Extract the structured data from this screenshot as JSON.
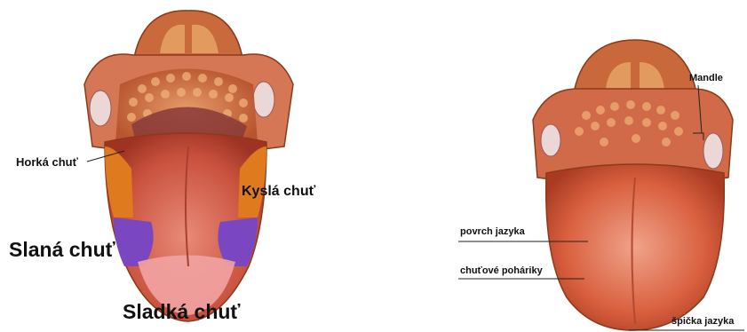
{
  "left_diagram": {
    "labels": {
      "bitter": "Horká chuť",
      "sour": "Kyslá chuť",
      "salty": "Slaná chuť",
      "sweet": "Sladká chuť"
    },
    "colors": {
      "bitter": "#8a3a3a",
      "sour": "#e07a1e",
      "salty": "#7a47c0",
      "sweet": "#f2a3a3"
    }
  },
  "right_diagram": {
    "labels": {
      "tonsils": "Mandle",
      "surface": "povrch jazyka",
      "taste_buds": "chuťové poháriky",
      "tip": "špička jazyka"
    }
  }
}
